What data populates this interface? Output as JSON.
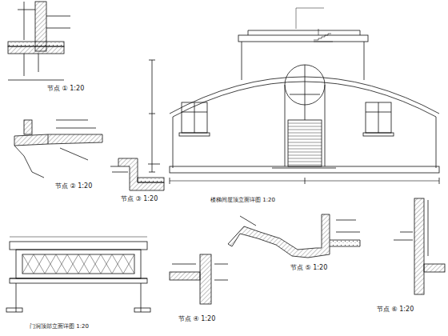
{
  "diagram": {
    "labels": [
      "节点 ① 1:20",
      "节点 ② 1:20",
      "节点 ③ 1:20",
      "楼梯间屋顶立面详图 1:20",
      "门洞顶部立面详图 1:20",
      "节点 ④ 1:20",
      "节点 ⑤ 1:20",
      "节点 ⑥ 1:20"
    ]
  }
}
